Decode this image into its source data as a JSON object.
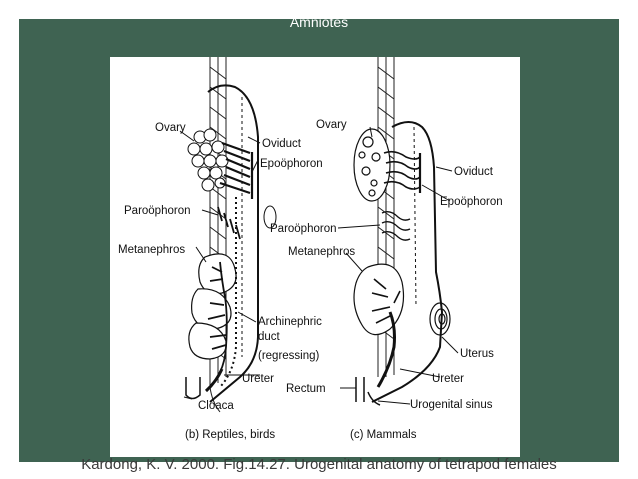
{
  "slide": {
    "title": "Amniotes",
    "caption": "Kardong, K. V. 2000. Fig.14.27. Urogenital anatomy of tetrapod females"
  },
  "figure": {
    "left_panel": {
      "caption": "(b) Reptiles, birds",
      "labels": {
        "ovary": "Ovary",
        "oviduct": "Oviduct",
        "epoophoron": "Epoöphoron",
        "paroophoron": "Paroöphoron",
        "metanephros": "Metanephros",
        "archinephric_1": "Archinephric",
        "archinephric_2": "duct",
        "archinephric_3": "(regressing)",
        "ureter": "Ureter",
        "cloaca": "Cloaca"
      }
    },
    "right_panel": {
      "caption": "(c) Mammals",
      "labels": {
        "ovary": "Ovary",
        "oviduct": "Oviduct",
        "epoophoron": "Epoöphoron",
        "paroophoron": "Paroöphoron",
        "metanephros": "Metanephros",
        "uterus": "Uterus",
        "ureter": "Ureter",
        "rectum": "Rectum",
        "urogenital_sinus": "Urogenital sinus"
      }
    }
  }
}
